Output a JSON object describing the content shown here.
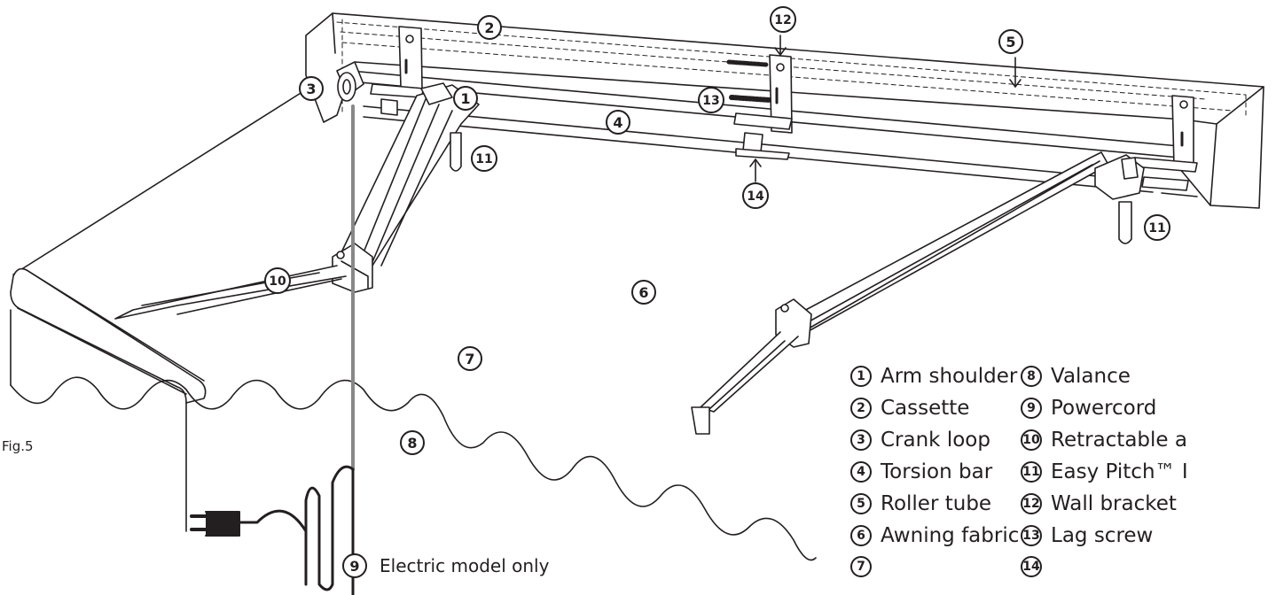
{
  "figure_label": "Fig.5",
  "electric_note": "Electric model only",
  "callouts": [
    "1",
    "2",
    "3",
    "4",
    "5",
    "6",
    "7",
    "8",
    "9",
    "10",
    "11",
    "11",
    "12",
    "13",
    "14"
  ],
  "legend": {
    "left": [
      {
        "num": "1",
        "label": "Arm shoulder"
      },
      {
        "num": "2",
        "label": "Cassette"
      },
      {
        "num": "3",
        "label": "Crank loop"
      },
      {
        "num": "4",
        "label": "Torsion bar"
      },
      {
        "num": "5",
        "label": "Roller tube"
      },
      {
        "num": "6",
        "label": "Awning fabric"
      },
      {
        "num": "7",
        "label": ""
      }
    ],
    "right": [
      {
        "num": "8",
        "label": "Valance"
      },
      {
        "num": "9",
        "label": "Powercord"
      },
      {
        "num": "10",
        "label": "Retractable a"
      },
      {
        "num": "11",
        "label": "Easy Pitch™ I"
      },
      {
        "num": "12",
        "label": "Wall bracket"
      },
      {
        "num": "13",
        "label": "Lag screw"
      },
      {
        "num": "14",
        "label": ""
      }
    ]
  }
}
